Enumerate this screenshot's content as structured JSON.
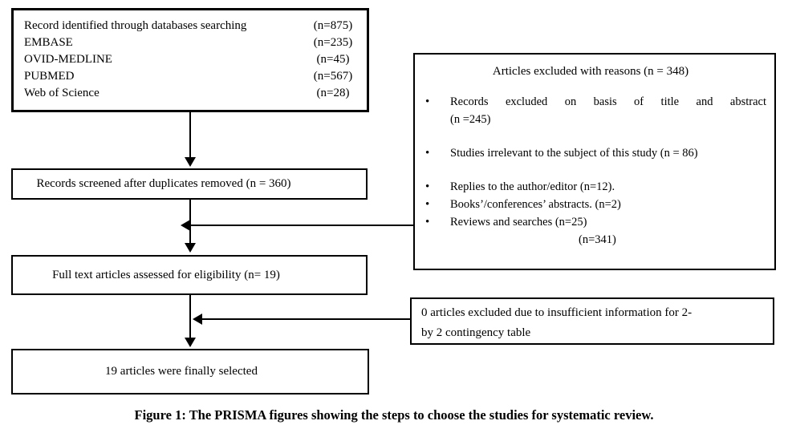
{
  "colors": {
    "line": "#000000",
    "background": "#ffffff"
  },
  "figure_caption": "Figure 1: The PRISMA figures showing the steps to choose the studies for systematic review.",
  "identification_box": {
    "rows": [
      {
        "label": "Record identified through databases searching",
        "value": "(n=875)"
      },
      {
        "label": "EMBASE",
        "value": "(n=235)"
      },
      {
        "label": "OVID-MEDLINE",
        "value": "(n=45)"
      },
      {
        "label": "PUBMED",
        "value": "(n=567)"
      },
      {
        "label": "Web of Science",
        "value": "(n=28)"
      }
    ]
  },
  "screened_box": {
    "text": "Records screened after duplicates removed (n = 360)"
  },
  "eligibility_box": {
    "text": "Full text articles assessed for eligibility (n= 19)"
  },
  "selected_box": {
    "text": "19 articles were finally selected"
  },
  "excluded_reasons_box": {
    "title": "Articles excluded with reasons (n = 348)",
    "items": [
      {
        "line1": "Records excluded on basis of title and abstract",
        "line2": "(n =245)"
      },
      {
        "line1": "Studies irrelevant to the subject of this study (n = 86)"
      },
      {
        "line1": "Replies to the author/editor (n=12)."
      },
      {
        "line1": "Books’/conferences’ abstracts. (n=2)"
      },
      {
        "line1": "Reviews and searches (n=25)",
        "line2": "(n=341)"
      }
    ]
  },
  "contingency_box": {
    "line1": "0 articles excluded due to insufficient information for 2-",
    "line2": "by 2 contingency table"
  }
}
